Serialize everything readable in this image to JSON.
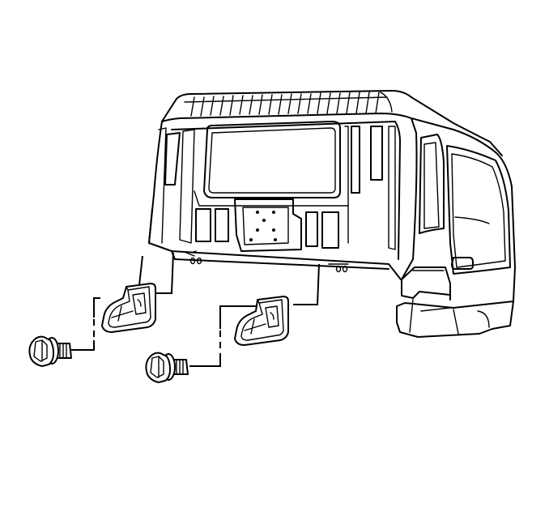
{
  "diagram": {
    "background": "#ffffff",
    "line_color": "#000000",
    "parts": [
      {
        "id": "cab",
        "icon": "truck-cab-rear-icon"
      },
      {
        "id": "left-bracket",
        "icon": "mounting-bracket-icon"
      },
      {
        "id": "right-bracket",
        "icon": "mounting-bracket-icon"
      },
      {
        "id": "left-bolt",
        "icon": "flange-bolt-icon"
      },
      {
        "id": "right-bolt",
        "icon": "flange-bolt-icon"
      }
    ]
  }
}
